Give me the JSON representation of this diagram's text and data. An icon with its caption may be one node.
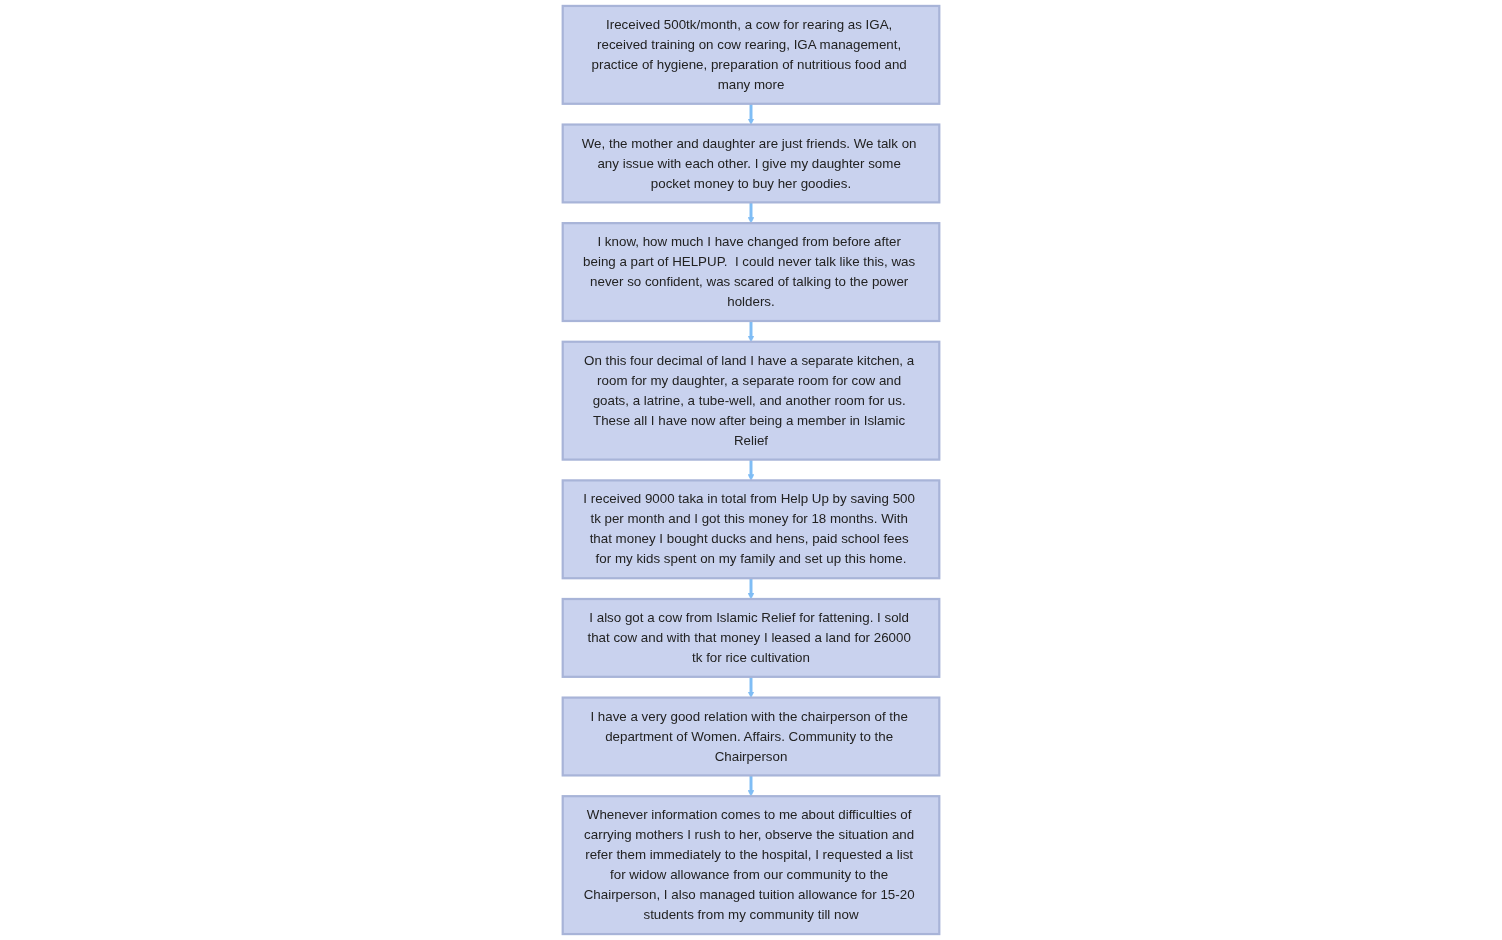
{
  "diagram": {
    "nodes": [
      {
        "text": [
          "Ireceived 500tk/month, a cow for rearing as IGA, received training on cow rearing, IGA management, practice of hygiene, preparation of nutritious food and many more"
        ]
      },
      {
        "text": [
          "We, the mother and daughter are just friends. We talk on any issue with each other. I give my daughter some pocket money to buy her goodies."
        ]
      },
      {
        "text": [
          "I know, how much I have changed from before after being a part of HELPUP.  I could never talk like this, was never so confident, was scared of talking to the power holders."
        ]
      },
      {
        "text": [
          "I also got a cow from Islamic Relief for fattening. I sold that cow and with that money I leased a land for 26000 tk for rice cultivation"
        ]
      },
      {
        "text": [
          "I received 9000 taka in total from Help Up by saving 500 tk per month and I got this money for 18 months. With that money I bought ducks and hens, paid school fees for my kids spent on my family and set up this home."
        ]
      },
      {
        "text": [
          "On this four decimal of land I have a separate kitchen, a room for my daughter, a separate room for cow and goats, a latrine, a tube-well, and another room for us. These all I have now after being a member in Islamic Relief"
        ]
      },
      {
        "text": [
          "I have a very good relation with the chairperson of the department of Women. Affairs. Community to the Chairperson"
        ]
      },
      {
        "text": [
          "Whenever information comes to me about difficulties of carrying mothers I rush to her, observe the situation and refer them immediately to the hospital, I requested a list for widow allowance from our community to the Chairperson, I also managed tuition allowance for 15-20 students from my community till now"
        ]
      }
    ],
    "edges": [
      {
        "from": 0,
        "to": 1,
        "arrow": "to"
      },
      {
        "from": 1,
        "to": 2,
        "arrow": "to"
      },
      {
        "from": 2,
        "to": 5,
        "arrow": "to"
      },
      {
        "from": 5,
        "to": 4,
        "arrow": "to"
      },
      {
        "from": 4,
        "to": 3,
        "arrow": "to"
      },
      {
        "from": 3,
        "to": 6,
        "arrow": "to"
      },
      {
        "from": 6,
        "to": 7,
        "arrow": "to"
      }
    ]
  }
}
